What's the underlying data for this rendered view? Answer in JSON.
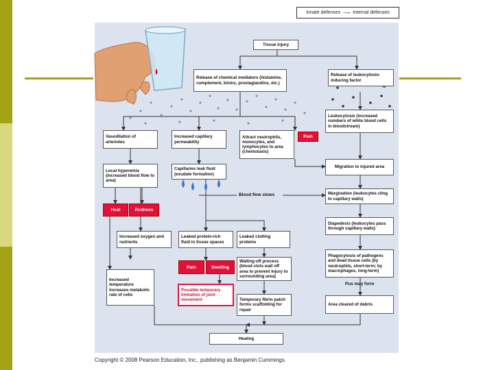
{
  "legend": {
    "innate": "Innate defenses",
    "internal": "Internal defenses"
  },
  "nodes": {
    "tissue_injury": "Tissue injury",
    "chemical_mediators": "Release of chemical mediators (histamine, complement, kinins, prostaglandins, etc.)",
    "leukocytosis_factor": "Release of leukocytosis-inducing factor",
    "leukocytosis": "Leukocytosis (increased numbers of white blood cells in bloodstream)",
    "vasodilation": "Vasodilation of arterioles",
    "capillary_permeability": "Increased capillary permeability",
    "chemotaxis": "Attract neutrophils, monocytes, and lymphocytes to area (chemotaxis)",
    "local_hyperemia": "Local hyperemia (increased blood flow to area)",
    "capillaries_leak": "Capillaries leak fluid (exudate formation)",
    "migration": "Migration to injured area",
    "blood_flow_slows": "Blood flow slows",
    "margination": "Margination (leukocytes cling to capillary walls)",
    "diapedesis": "Diapedesis (leukocytes pass through capillary walls)",
    "oxygen_nutrients": "Increased oxygen and nutrients",
    "protein_rich_fluid": "Leaked protein-rich fluid in tissue spaces",
    "clotting_proteins": "Leaked clotting proteins",
    "phagocytosis": "Phagocytosis of pathogens and dead tissue cells (by neutrophils, short-term; by macrophages, long-term)",
    "temperature": "Increased temperature increases metabolic rate of cells",
    "walling_off": "Walling-off process (blood clots wall off area to prevent injury to surrounding area)",
    "pus": "Pus may form",
    "joint_movement": "Possible temporary limitation of joint movement",
    "fibrin_patch": "Temporary fibrin patch forms scaffolding for repair",
    "area_cleared": "Area cleared of debris",
    "healing": "Healing"
  },
  "signs": {
    "pain_top": "Pain",
    "heat": "Heat",
    "redness": "Redness",
    "pain_bottom": "Pain",
    "swelling": "Swelling"
  },
  "copyright": "Copyright © 2008 Pearson Education, Inc., publishing as Benjamin Cummings.",
  "colors": {
    "sign_red": "#e2113a",
    "figure_bg": "#dde2ef",
    "sidebar_olive": "#a3a317",
    "sidebar_light": "#d6d67a"
  }
}
